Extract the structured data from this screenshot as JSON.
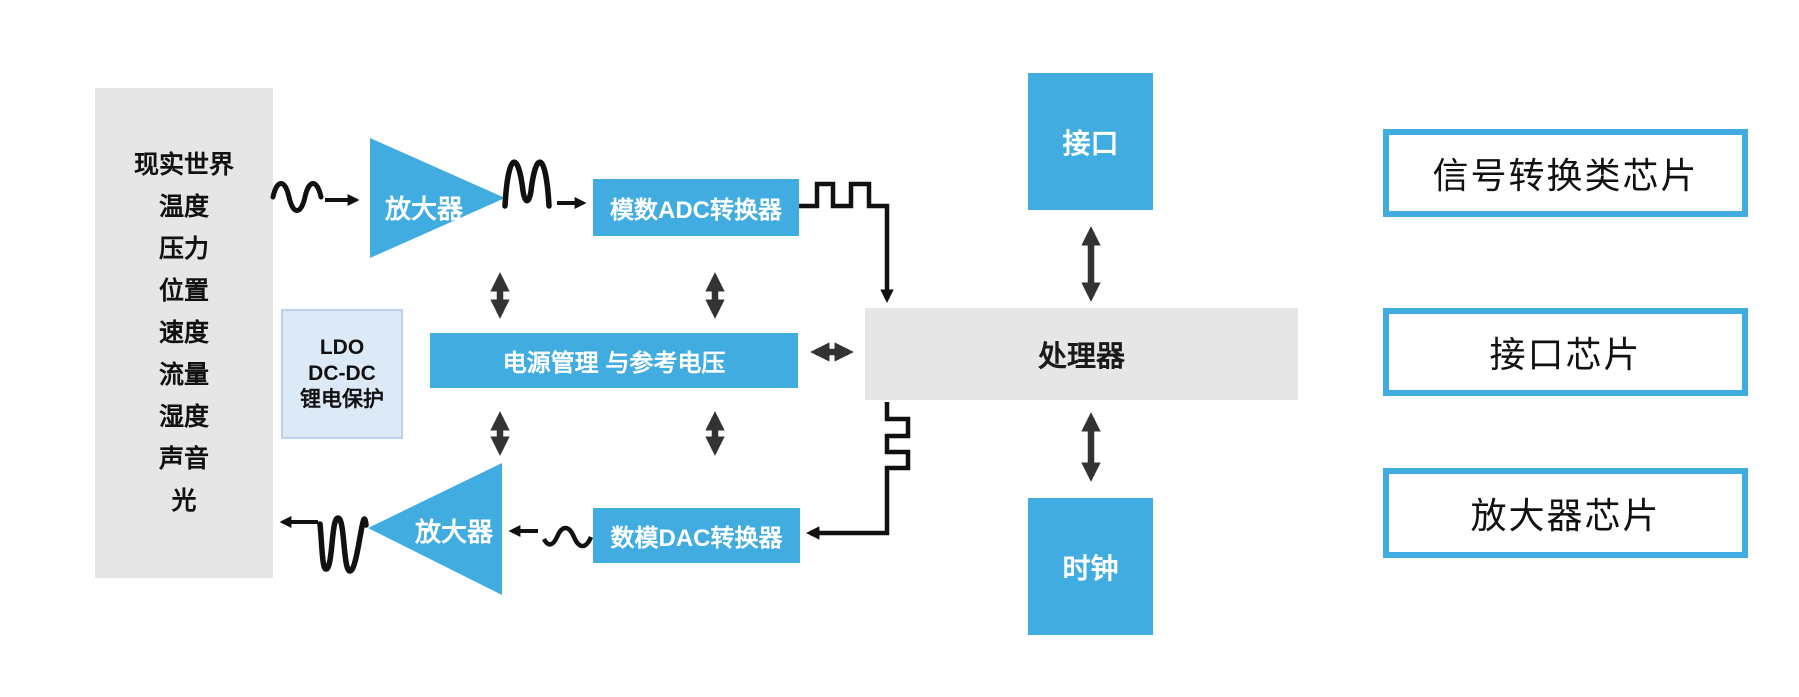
{
  "colors": {
    "accent": "#41ACDF",
    "box_gray": "#e6e6e6",
    "ldo_fill": "#dce9f7",
    "ldo_border": "#bcd2ea",
    "arrow": "#333333",
    "signal": "#111111"
  },
  "diagram": {
    "real_world": {
      "title": "现实世界",
      "items": [
        "温度",
        "压力",
        "位置",
        "速度",
        "流量",
        "湿度",
        "声音",
        "光"
      ]
    },
    "amplifier_top_label": "放大器",
    "adc_label": "模数ADC转换器",
    "ldo_lines": [
      "LDO",
      "DC-DC",
      "锂电保护"
    ],
    "power_label": "电源管理 与参考电压",
    "processor_label": "处理器",
    "interface_label": "接口",
    "clock_label": "时钟",
    "dac_label": "数模DAC转换器",
    "amplifier_bottom_label": "放大器",
    "legend": [
      {
        "label": "信号转换类芯片"
      },
      {
        "label": "接口芯片"
      },
      {
        "label": "放大器芯片"
      }
    ]
  }
}
